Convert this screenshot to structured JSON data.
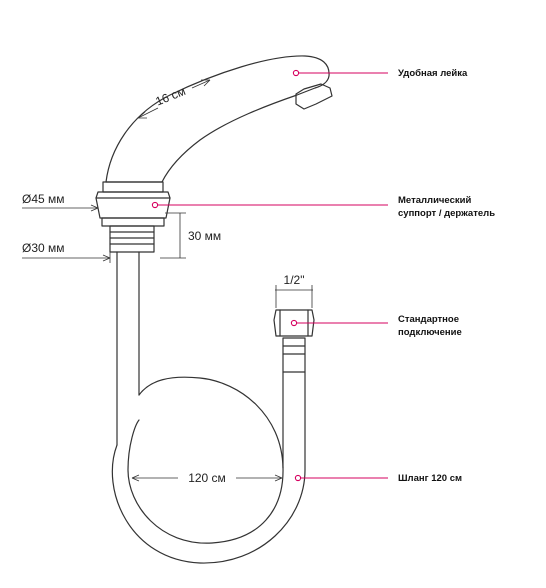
{
  "dimensions": {
    "spout_length": "16 см",
    "outer_diameter": "Ø45 мм",
    "inner_diameter": "Ø30 мм",
    "thread_height": "30 мм",
    "connector_size": "1/2\"",
    "hose_length": "120 см"
  },
  "callouts": {
    "head": "Удобная лейка",
    "support_line1": "Металлический",
    "support_line2": "суппорт / держатель",
    "connection_line1": "Стандартное",
    "connection_line2": "подключение",
    "hose": "Шланг 120 см"
  },
  "colors": {
    "accent": "#d6005f",
    "stroke": "#333333"
  }
}
